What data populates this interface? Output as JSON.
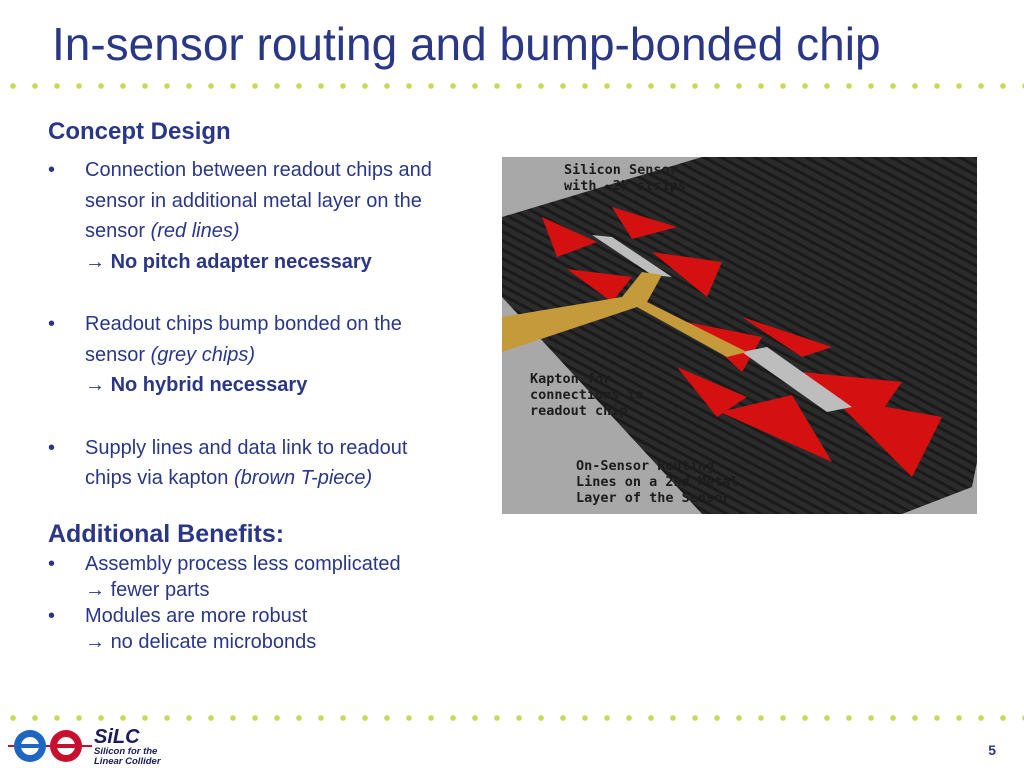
{
  "slide": {
    "title": "In-sensor routing and bump-bonded chip",
    "page_number": "5"
  },
  "concept": {
    "heading": "Concept Design",
    "bullets": [
      {
        "marker": "•",
        "lines": [
          "Connection between readout chips and",
          "sensor in additional metal layer on the"
        ],
        "last_prefix": "sensor ",
        "last_italic": "(red lines)",
        "arrow": "→",
        "result": "No pitch adapter necessary"
      },
      {
        "marker": "•",
        "lines": [
          "Readout chips bump bonded on the"
        ],
        "last_prefix": "sensor ",
        "last_italic": "(grey chips)",
        "arrow": "→",
        "result": "No hybrid necessary"
      },
      {
        "marker": "•",
        "lines": [
          "Supply lines and data link to readout"
        ],
        "last_prefix": "chips via kapton ",
        "last_italic": "(brown T-piece)"
      }
    ]
  },
  "benefits": {
    "heading": "Additional Benefits:",
    "bullets": [
      {
        "marker": "•",
        "text": "Assembly process less complicated",
        "arrow": "→",
        "result": "fewer parts"
      },
      {
        "marker": "•",
        "text": "Modules are more robust",
        "arrow": "→",
        "result": "no delicate microbonds"
      }
    ]
  },
  "figure": {
    "label_sensor": "Silicon Sensor\nwith ~2k strips",
    "label_kapton": "Kapton for\nconnections to\nreadout chip",
    "label_routing": "On-Sensor Routing\nLines on a 2nd Metal\nLayer of the Sensor",
    "colors": {
      "sensor": "#2b2b2b",
      "routing": "#d41010",
      "chip": "#bdbdbd",
      "kapton": "#c49a3a",
      "background": "#a8a8a8"
    }
  },
  "footer": {
    "logo_name": "SiLC",
    "logo_line1": "Silicon for the",
    "logo_line2": "Linear Collider"
  },
  "theme": {
    "title_color": "#2a3787",
    "dot_color": "#c9d85a"
  }
}
